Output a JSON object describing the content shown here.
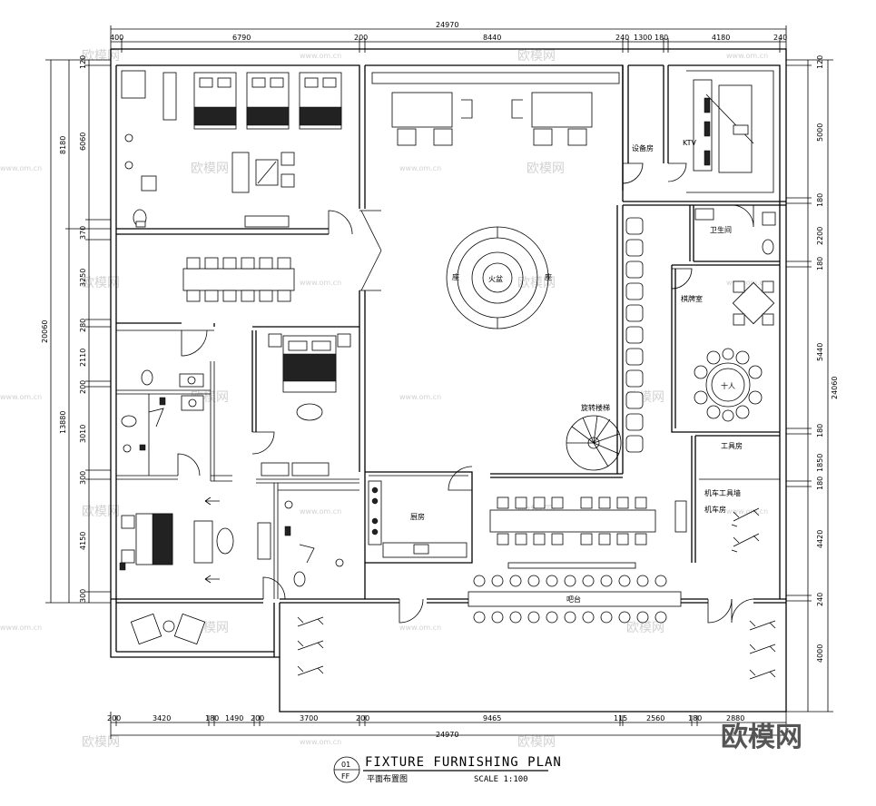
{
  "plan": {
    "title": "FIXTURE FURNISHING PLAN",
    "subtitle": "平面布置图",
    "scale": "SCALE 1:100",
    "sheet_no": "01",
    "sheet_code": "FF",
    "logo": "欧模网"
  },
  "watermark": {
    "text": "欧模网",
    "url": "www.om.cn"
  },
  "rooms": {
    "device_room": "设备房",
    "ktv": "KTV",
    "toilet": "卫生间",
    "chess_room": "棋牌室",
    "ten_person": "十人",
    "fireplace": "火盆",
    "seat_left": "座",
    "seat_right": "座",
    "spiral_stair": "旋转楼梯",
    "kitchen": "厨房",
    "tool_room": "工具房",
    "moto_tool_wall": "机车工具墙",
    "moto_room": "机车房",
    "bar": "吧台"
  },
  "dims": {
    "top_total": "24970",
    "top": [
      "400",
      "6790",
      "200",
      "8440",
      "240",
      "1300",
      "180",
      "4180",
      "240"
    ],
    "bottom_total": "24970",
    "bottom": [
      "200",
      "3420",
      "180",
      "1490",
      "200",
      "3700",
      "200",
      "9465",
      "115",
      "2560",
      "180",
      "2880"
    ],
    "left_outer": [
      "8180",
      "20060",
      "13880"
    ],
    "left_inner": [
      "120",
      "6060",
      "370",
      "3250",
      "280",
      "2110",
      "200",
      "3010",
      "300",
      "4150",
      "300"
    ],
    "right_outer": "24060",
    "right": [
      "120",
      "5000",
      "180",
      "2200",
      "180",
      "5440",
      "180",
      "1850",
      "180",
      "4420",
      "240",
      "4000"
    ]
  }
}
